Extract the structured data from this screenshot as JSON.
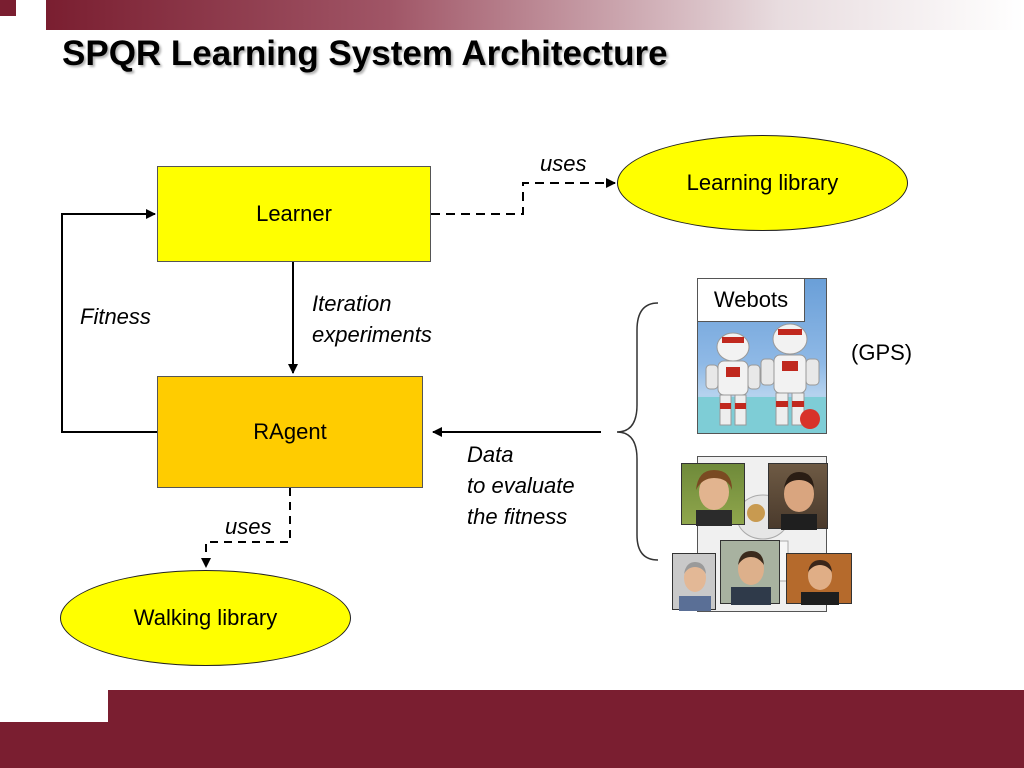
{
  "title": "SPQR Learning System Architecture",
  "nodes": {
    "learner": "Learner",
    "ragent": "RAgent",
    "learning_library": "Learning library",
    "walking_library": "Walking library",
    "webots": "Webots"
  },
  "labels": {
    "uses_top": "uses",
    "uses_bottom": "uses",
    "fitness": "Fitness",
    "iteration_line1": "Iteration",
    "iteration_line2": "experiments",
    "data_line1": "Data",
    "data_line2": "to evaluate",
    "data_line3": "the fitness",
    "gps": "(GPS)"
  },
  "colors": {
    "accent": "#7a1e30",
    "learner_fill": "#ffff00",
    "ragent_fill": "#ffcc00",
    "library_fill": "#ffff00"
  }
}
